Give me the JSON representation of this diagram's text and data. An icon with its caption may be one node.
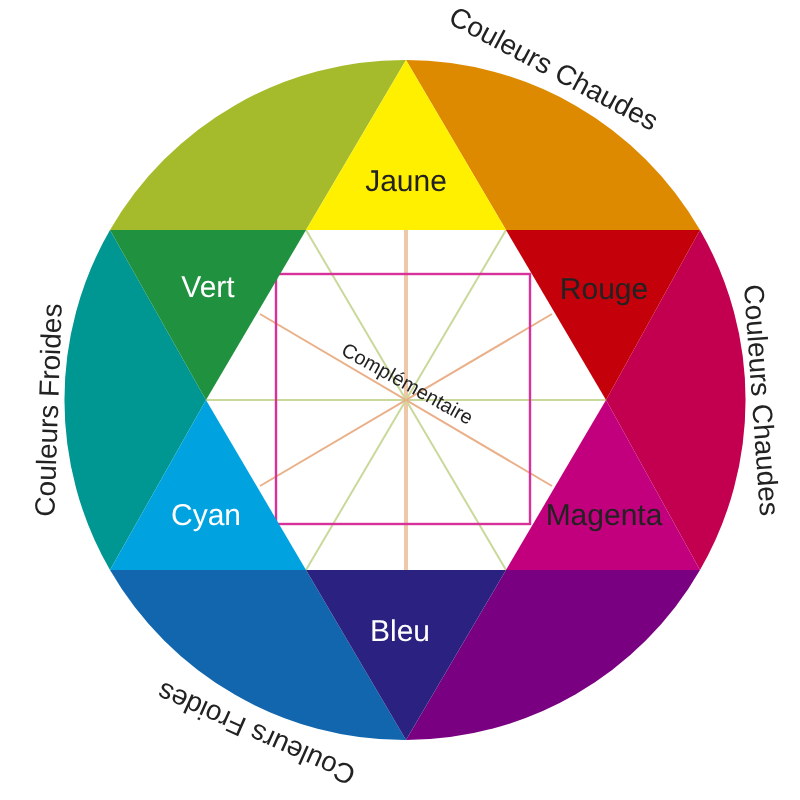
{
  "diagram": {
    "nodes": [
      {
        "text": [
          "Jaune"
        ]
      },
      {
        "text": [
          "Vert"
        ]
      },
      {
        "text": [
          "Rouge"
        ]
      },
      {
        "text": [
          "Cyan"
        ]
      },
      {
        "text": [
          "Magenta"
        ]
      },
      {
        "text": [
          "Bleu"
        ]
      }
    ],
    "labels": [
      "Couleurs Chaudes",
      "Couleurs Froides",
      "Couleurs Chaudes",
      "Complémentaire",
      "Couleurs Froides"
    ]
  }
}
